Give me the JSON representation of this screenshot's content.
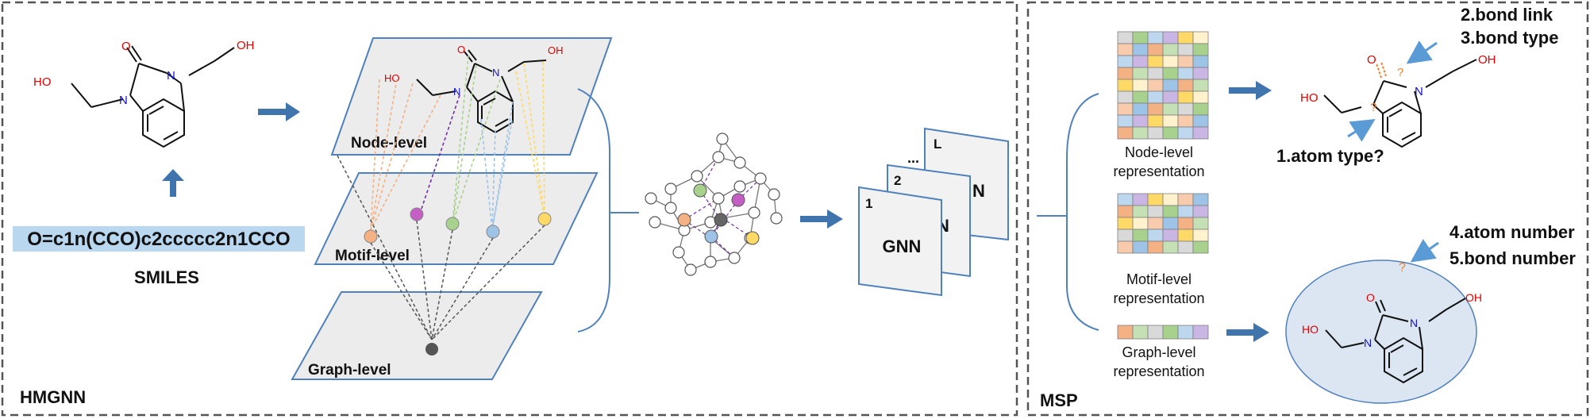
{
  "left_panel": {
    "title": "HMGNN",
    "smiles_string": "O=c1n(CCO)c2ccccc2n1CCO",
    "smiles_label": "SMILES",
    "levels": {
      "node": "Node-level",
      "motif": "Motif-level",
      "graph": "Graph-level"
    },
    "gnn": {
      "label": "GNN",
      "label_back": "N",
      "idx1": "1",
      "idx2": "2",
      "idxL": "L",
      "ellipsis": "..."
    }
  },
  "right_panel": {
    "title": "MSP",
    "representations": {
      "node": [
        "Node-level",
        "representation"
      ],
      "motif": [
        "Motif-level",
        "representation"
      ],
      "graph": [
        "Graph-level",
        "representation"
      ]
    },
    "tasks": {
      "t1": "1.atom type?",
      "t2": "2.bond link",
      "t3": "3.bond type",
      "t4": "4.atom number",
      "t5": "5.bond number"
    },
    "question_mark": "?"
  },
  "molecule_atoms": {
    "O": "O",
    "OH": "OH",
    "HO": "HO",
    "N": "N"
  },
  "colors": {
    "arrow": "#3f74ad",
    "plane_fill": "#ececec",
    "plane_stroke": "#4f81bd",
    "smiles_bg": "#b9d7ef",
    "ellipse_fill": "#dce6f2",
    "oxygen": "#e00000",
    "nitrogen": "#1010d0",
    "motif_colors": [
      "#f4b183",
      "#c55fc5",
      "#a9d18e",
      "#9dc3e6",
      "#ffd966"
    ]
  }
}
